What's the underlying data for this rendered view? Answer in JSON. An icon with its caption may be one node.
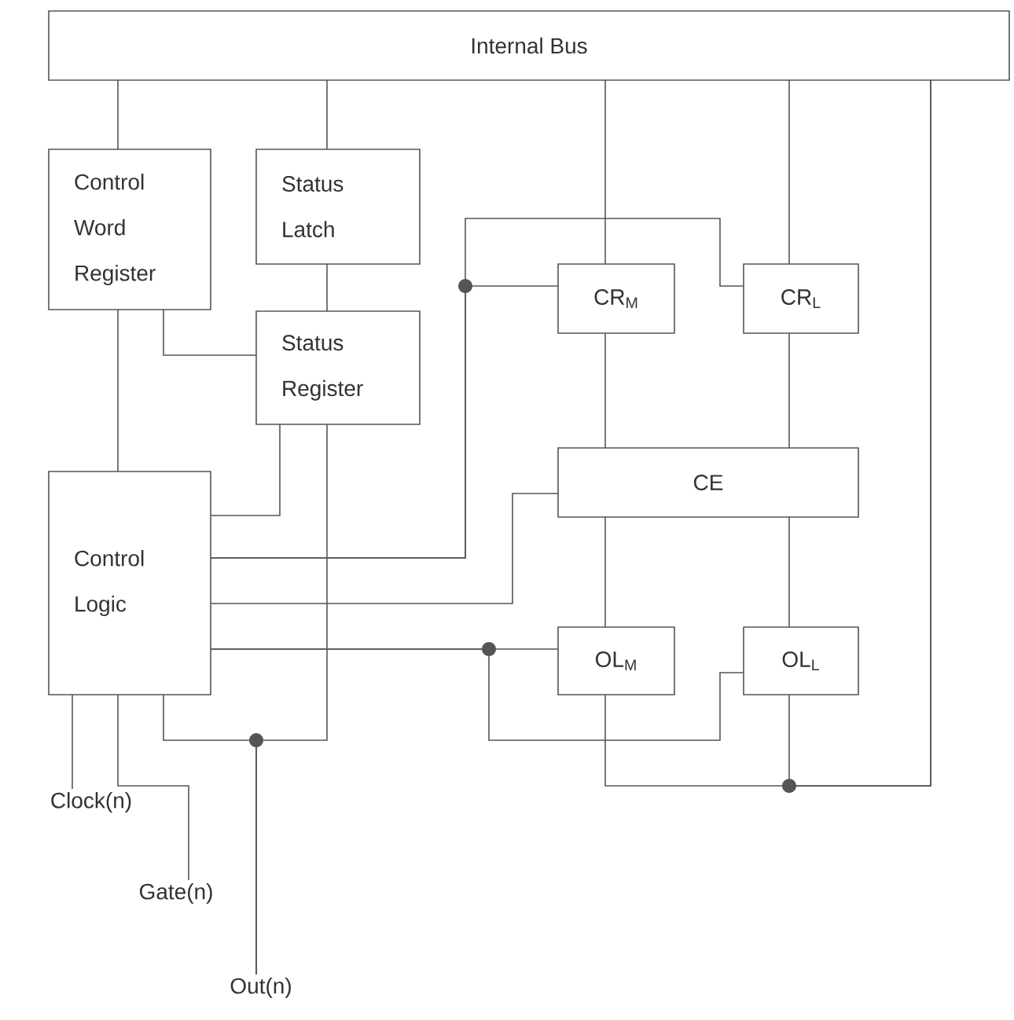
{
  "diagram": {
    "nodes": [
      {
        "text": [
          "Internal Bus"
        ]
      },
      {
        "text": [
          "Control Word Register"
        ]
      },
      {
        "text": [
          "Status Latch"
        ]
      },
      {
        "text": [
          "Status Register"
        ]
      },
      {
        "text": [
          "CR$_{M}$"
        ]
      },
      {
        "text": [
          "CR$_{L}$"
        ]
      },
      {
        "text": [
          "CE"
        ]
      },
      {
        "text": [
          "Control Logic"
        ]
      },
      {
        "text": [
          "OL$_{M}$"
        ]
      },
      {
        "text": [
          "OL$_{L}$"
        ]
      },
      {
        "text": [
          "Clock(n)"
        ]
      },
      {
        "text": [
          "Gate(n)"
        ]
      },
      {
        "text": [
          "Out(n)"
        ]
      }
    ],
    "edges": [
      {
        "from": 0,
        "to": 1,
        "arrow": "none"
      },
      {
        "from": 0,
        "to": 2,
        "arrow": "none"
      },
      {
        "from": 0,
        "to": 4,
        "arrow": "none"
      },
      {
        "from": 0,
        "to": 5,
        "arrow": "none"
      },
      {
        "from": 0,
        "to": 8,
        "arrow": "none"
      },
      {
        "from": 0,
        "to": 9,
        "arrow": "none"
      },
      {
        "from": 1,
        "to": 3,
        "arrow": "none"
      },
      {
        "from": 2,
        "to": 3,
        "arrow": "none"
      },
      {
        "from": 1,
        "to": 7,
        "arrow": "none"
      },
      {
        "from": 3,
        "to": 7,
        "arrow": "none"
      },
      {
        "from": 7,
        "to": 12,
        "arrow": "none"
      },
      {
        "from": 3,
        "to": 12,
        "arrow": "none"
      },
      {
        "from": 7,
        "to": 4,
        "arrow": "none"
      },
      {
        "from": 7,
        "to": 5,
        "arrow": "none"
      },
      {
        "from": 7,
        "to": 6,
        "arrow": "none"
      },
      {
        "from": 7,
        "to": 8,
        "arrow": "none"
      },
      {
        "from": 7,
        "to": 9,
        "arrow": "none"
      },
      {
        "from": 4,
        "to": 6,
        "arrow": "none"
      },
      {
        "from": 5,
        "to": 6,
        "arrow": "none"
      },
      {
        "from": 6,
        "to": 8,
        "arrow": "none"
      },
      {
        "from": 6,
        "to": 9,
        "arrow": "none"
      },
      {
        "from": 7,
        "to": 10,
        "arrow": "none"
      },
      {
        "from": 7,
        "to": 11,
        "arrow": "none"
      }
    ]
  }
}
